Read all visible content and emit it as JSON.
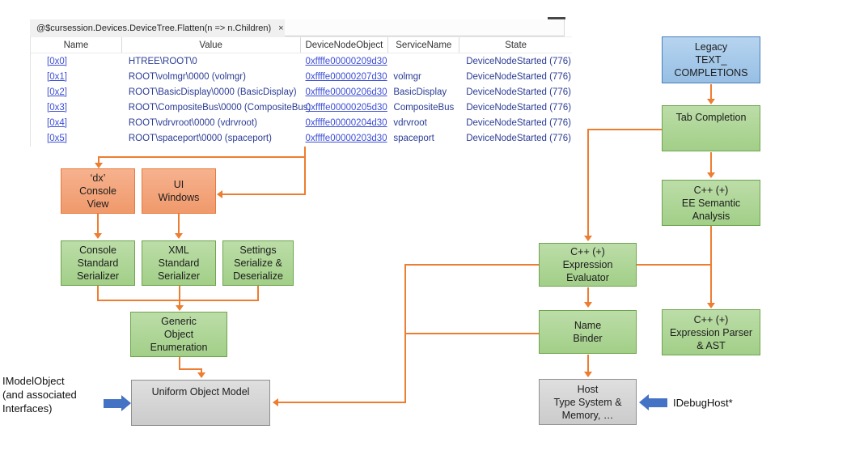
{
  "tab": {
    "title": "@$cursession.Devices.DeviceTree.Flatten(n => n.Children)",
    "close_label": "×"
  },
  "table": {
    "columns": [
      "Name",
      "Value",
      "DeviceNodeObject",
      "ServiceName",
      "State"
    ],
    "rows": [
      {
        "name": "[0x0]",
        "value": "HTREE\\ROOT\\0",
        "object": "0xffffe00000209d30",
        "service": "",
        "state": "DeviceNodeStarted (776)"
      },
      {
        "name": "[0x1]",
        "value": "ROOT\\volmgr\\0000 (volmgr)",
        "object": "0xffffe00000207d30",
        "service": "volmgr",
        "state": "DeviceNodeStarted (776)"
      },
      {
        "name": "[0x2]",
        "value": "ROOT\\BasicDisplay\\0000 (BasicDisplay)",
        "object": "0xffffe00000206d30",
        "service": "BasicDisplay",
        "state": "DeviceNodeStarted (776)"
      },
      {
        "name": "[0x3]",
        "value": "ROOT\\CompositeBus\\0000 (CompositeBus)",
        "object": "0xffffe00000205d30",
        "service": "CompositeBus",
        "state": "DeviceNodeStarted (776)"
      },
      {
        "name": "[0x4]",
        "value": "ROOT\\vdrvroot\\0000 (vdrvroot)",
        "object": "0xffffe00000204d30",
        "service": "vdrvroot",
        "state": "DeviceNodeStarted (776)"
      },
      {
        "name": "[0x5]",
        "value": "ROOT\\spaceport\\0000 (spaceport)",
        "object": "0xffffe00000203d30",
        "service": "spaceport",
        "state": "DeviceNodeStarted (776)"
      }
    ]
  },
  "diagram": {
    "boxes": {
      "legacy": {
        "lines": [
          "Legacy",
          "TEXT_",
          "COMPLETIONS"
        ]
      },
      "tab_completion": {
        "lines": [
          "Tab Completion"
        ]
      },
      "ee_semantic": {
        "lines": [
          "C++ (+)",
          "EE Semantic",
          "Analysis"
        ]
      },
      "expr_parser": {
        "lines": [
          "C++ (+)",
          "Expression Parser",
          "& AST"
        ]
      },
      "expr_eval": {
        "lines": [
          "C++ (+)",
          "Expression",
          "Evaluator"
        ]
      },
      "name_binder": {
        "lines": [
          "Name",
          "Binder"
        ]
      },
      "host": {
        "lines": [
          "Host",
          "Type System &",
          "Memory, …"
        ]
      },
      "dx_console": {
        "lines": [
          "‘dx’",
          "Console",
          "View"
        ]
      },
      "ui_windows": {
        "lines": [
          "UI",
          "Windows"
        ]
      },
      "console_serializer": {
        "lines": [
          "Console",
          "Standard",
          "Serializer"
        ]
      },
      "xml_serializer": {
        "lines": [
          "XML",
          "Standard",
          "Serializer"
        ]
      },
      "settings_serialize": {
        "lines": [
          "Settings",
          "Serialize &",
          "Deserialize"
        ]
      },
      "generic_enum": {
        "lines": [
          "Generic",
          "Object",
          "Enumeration"
        ]
      },
      "uom": {
        "lines": [
          "Uniform Object Model"
        ]
      }
    },
    "annotations": {
      "imodel": {
        "lines": [
          "IModelObject",
          "(and associated",
          "Interfaces)"
        ]
      },
      "idebughost": "IDebugHost*"
    }
  },
  "colors": {
    "connector_orange": "#ED7D31",
    "block_arrow_blue": "#4472C4",
    "box_green_fill": "#A9D18E",
    "box_green_border": "#6FA44E",
    "box_orange_fill": "#F4A97E",
    "box_orange_border": "#E8793A",
    "box_blue_fill": "#9DC3E6",
    "box_blue_border": "#4A7EBB",
    "box_gray_fill": "#D6D6D6",
    "box_gray_border": "#8F8F8F",
    "link_blue": "#3D4FD4",
    "value_navy": "#2B3C94"
  }
}
